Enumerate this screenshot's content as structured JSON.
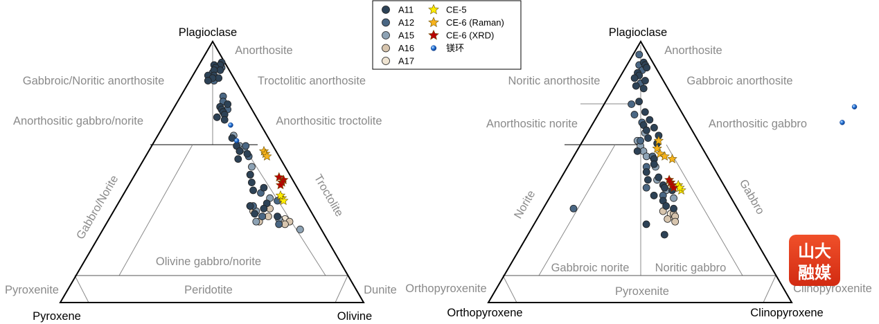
{
  "chart_data": [
    {
      "type": "scatter",
      "diagram": "ternary",
      "vertices": {
        "top": "Plagioclase",
        "left": "Pyroxene",
        "right": "Olivine"
      },
      "zone_labels": {
        "anorthosite": "Anorthosite",
        "gabbroic_anorthosite": "Gabbroic/Noritic anorthosite",
        "troctolitic_anorthosite": "Troctolitic anorthosite",
        "anorthositic_gabbro": "Anorthositic gabbro/norite",
        "anorthositic_troctolite": "Anorthositic troctolite",
        "gabbro": "Gabbro/Norite",
        "troctolite": "Troctolite",
        "olivine_gabbro": "Olivine gabbro/norite",
        "peridotite": "Peridotite",
        "pyroxenite": "Pyroxenite",
        "dunite": "Dunite"
      },
      "series": [
        {
          "name": "A11",
          "points": [
            [
              92,
              7
            ],
            [
              91,
              7
            ],
            [
              91,
              5
            ],
            [
              90,
              6
            ],
            [
              89,
              8
            ],
            [
              89,
              6
            ],
            [
              87,
              7
            ],
            [
              87,
              5
            ],
            [
              86,
              9
            ],
            [
              86,
              7
            ],
            [
              85,
              6
            ],
            [
              76,
              17
            ],
            [
              75,
              15
            ],
            [
              74,
              16
            ],
            [
              73,
              17
            ],
            [
              72,
              18
            ],
            [
              71,
              16
            ],
            [
              70,
              19
            ],
            [
              63,
              25
            ],
            [
              60,
              28
            ],
            [
              58,
              30
            ],
            [
              57,
              33
            ],
            [
              55,
              31
            ],
            [
              49,
              38
            ],
            [
              46,
              40
            ],
            [
              44,
              45
            ],
            [
              43,
              42
            ],
            [
              38,
              49
            ],
            [
              37,
              44
            ],
            [
              36,
              49
            ],
            [
              34,
              47
            ],
            [
              33,
              55
            ]
          ]
        },
        {
          "name": "A12",
          "points": [
            [
              90,
              8
            ],
            [
              88,
              6
            ],
            [
              85,
              8
            ],
            [
              79,
              14
            ],
            [
              77,
              15
            ],
            [
              74,
              18
            ],
            [
              60,
              31
            ],
            [
              56,
              34
            ],
            [
              49,
              38
            ],
            [
              42,
              45
            ],
            [
              39,
              52
            ],
            [
              37,
              45
            ],
            [
              33,
              50
            ],
            [
              30,
              57
            ]
          ]
        },
        {
          "name": "A15",
          "points": [
            [
              64,
              25
            ],
            [
              60,
              29
            ],
            [
              59,
              31
            ],
            [
              58,
              30
            ],
            [
              52,
              37
            ],
            [
              49,
              38
            ],
            [
              40,
              49
            ],
            [
              37,
              44
            ],
            [
              35,
              47
            ],
            [
              33,
              50
            ],
            [
              32,
              56
            ],
            [
              31,
              49
            ],
            [
              28,
              65
            ]
          ]
        },
        {
          "name": "A16",
          "points": [
            [
              36,
              51
            ],
            [
              35,
              46
            ],
            [
              31,
              60
            ],
            [
              30,
              59
            ],
            [
              31,
              50
            ],
            [
              33,
              52
            ]
          ]
        },
        {
          "name": "A17",
          "points": [
            [
              32,
              58
            ],
            [
              31,
              57
            ]
          ]
        },
        {
          "name": "CE-5",
          "points": [
            [
              40,
              53
            ],
            [
              39,
              54
            ],
            [
              41,
              52
            ]
          ]
        },
        {
          "name": "CE-6 (Raman)",
          "points": [
            [
              58,
              38
            ],
            [
              57,
              39
            ],
            [
              56,
              40
            ]
          ]
        },
        {
          "name": "CE-6 (XRD)",
          "points": [
            [
              48,
              48
            ],
            [
              47,
              50
            ],
            [
              46,
              50
            ],
            [
              45,
              50
            ]
          ]
        },
        {
          "name": "镁环",
          "points": [
            [
              68,
              22
            ],
            [
              62,
              27
            ]
          ]
        }
      ]
    },
    {
      "type": "scatter",
      "diagram": "ternary",
      "vertices": {
        "top": "Plagioclase",
        "left": "Orthopyroxene",
        "right": "Clinopyroxene"
      },
      "zone_labels": {
        "anorthosite": "Anorthosite",
        "noritic_anorthosite": "Noritic anorthosite",
        "gabbroic_anorthosite": "Gabbroic anorthosite",
        "anorthositic_norite": "Anorthositic norite",
        "anorthositic_gabbro": "Anorthositic gabbro",
        "norite": "Norite",
        "gabbro": "Gabbro",
        "gabbroic_norite": "Gabbroic norite",
        "noritic_gabbro": "Noritic gabbro",
        "pyroxenite": "Pyroxenite",
        "orthopyroxenite": "Orthopyroxenite",
        "clinopyroxenite": "Clinopyroxenite"
      },
      "series": [
        {
          "name": "A11",
          "points": [
            [
              92,
              5
            ],
            [
              91,
              6
            ],
            [
              90,
              7
            ],
            [
              88,
              5
            ],
            [
              87,
              6
            ],
            [
              86,
              5
            ],
            [
              85,
              9
            ],
            [
              83,
              7
            ],
            [
              82,
              10
            ],
            [
              77,
              11
            ],
            [
              73,
              15
            ],
            [
              70,
              18
            ],
            [
              68,
              17
            ],
            [
              67,
              21
            ],
            [
              66,
              19
            ],
            [
              64,
              24
            ],
            [
              63,
              21
            ],
            [
              61,
              25
            ],
            [
              58,
              20
            ],
            [
              55,
              27
            ],
            [
              53,
              28
            ],
            [
              50,
              27
            ],
            [
              48,
              32
            ],
            [
              47,
              29
            ],
            [
              45,
              35
            ],
            [
              44,
              36
            ],
            [
              43,
              39
            ],
            [
              41,
              34
            ],
            [
              39,
              38
            ],
            [
              37,
              40
            ],
            [
              36,
              43
            ],
            [
              30,
              37
            ],
            [
              26,
              45
            ]
          ]
        },
        {
          "name": "A12",
          "points": [
            [
              95,
              2
            ],
            [
              91,
              4
            ],
            [
              89,
              6
            ],
            [
              84,
              8
            ],
            [
              76,
              9
            ],
            [
              72,
              12
            ],
            [
              69,
              16
            ],
            [
              62,
              19
            ],
            [
              56,
              26
            ],
            [
              52,
              26
            ],
            [
              44,
              30
            ],
            [
              41,
              37
            ],
            [
              36,
              10
            ]
          ]
        },
        {
          "name": "A15",
          "points": [
            [
              65,
              19
            ],
            [
              62,
              18
            ],
            [
              60,
              20
            ],
            [
              58,
              22
            ],
            [
              56,
              24
            ],
            [
              55,
              27
            ],
            [
              52,
              29
            ],
            [
              47,
              32
            ],
            [
              43,
              37
            ],
            [
              40,
              41
            ]
          ]
        },
        {
          "name": "A16",
          "points": [
            [
              34,
              44
            ],
            [
              33,
              45
            ],
            [
              32,
              43
            ],
            [
              31,
              46
            ],
            [
              35,
              40
            ]
          ]
        },
        {
          "name": "A17",
          "points": [
            [
              33,
              44
            ],
            [
              34,
              43
            ]
          ]
        },
        {
          "name": "CE-5",
          "points": [
            [
              45,
              40
            ],
            [
              43,
              42
            ],
            [
              44,
              41
            ]
          ]
        },
        {
          "name": "CE-6 (Raman)",
          "points": [
            [
              62,
              25
            ],
            [
              59,
              26
            ],
            [
              57,
              28
            ],
            [
              56,
              30
            ],
            [
              55,
              33
            ]
          ]
        },
        {
          "name": "CE-6 (XRD)",
          "points": [
            [
              47,
              36
            ],
            [
              46,
              37
            ],
            [
              45,
              38
            ],
            [
              44,
              39
            ]
          ]
        },
        {
          "name": "镁环",
          "points": [
            [
              75,
              83
            ],
            [
              69,
              82
            ]
          ]
        }
      ]
    }
  ],
  "legend": {
    "entries": [
      {
        "label": "A11",
        "marker": "circle",
        "color": "#2d4256"
      },
      {
        "label": "A12",
        "marker": "circle",
        "color": "#4a6784"
      },
      {
        "label": "A15",
        "marker": "circle",
        "color": "#8da2b4"
      },
      {
        "label": "A16",
        "marker": "circle",
        "color": "#d7c5ae"
      },
      {
        "label": "A17",
        "marker": "circle",
        "color": "#efe4d2"
      },
      {
        "label": "CE-5",
        "marker": "star",
        "color": "#ffee00"
      },
      {
        "label": "CE-6 (Raman)",
        "marker": "star",
        "color": "#f6b21c"
      },
      {
        "label": "CE-6 (XRD)",
        "marker": "star",
        "color": "#b80000"
      },
      {
        "label": "镁环",
        "marker": "sphere",
        "color": "#2f7fe0"
      }
    ]
  },
  "badge": {
    "line1": "山大",
    "line2": "融媒",
    "color": "#e63b1e"
  }
}
